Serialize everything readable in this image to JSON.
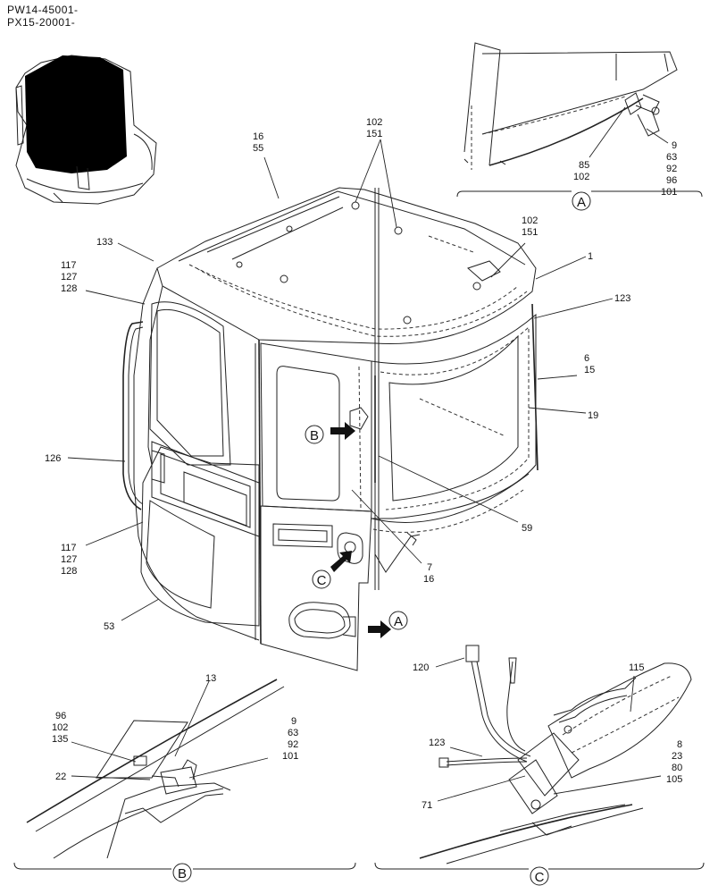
{
  "serials": [
    "PW14-45001-",
    "PX15-20001-"
  ],
  "detail_markers": {
    "A": "A",
    "B": "B",
    "C": "C"
  },
  "callouts": {
    "c16_55": [
      "16",
      "55"
    ],
    "c102_151_top": [
      "102",
      "151"
    ],
    "c102_151_right": [
      "102",
      "151"
    ],
    "c133": [
      "133"
    ],
    "c117_top": [
      "117",
      "127",
      "128"
    ],
    "c1": [
      "1"
    ],
    "c123": [
      "123"
    ],
    "c6_15": [
      "6",
      "15"
    ],
    "c19": [
      "19"
    ],
    "c126": [
      "126"
    ],
    "c59": [
      "59"
    ],
    "c117_bottom": [
      "117",
      "127",
      "128"
    ],
    "c7_16": [
      "7",
      "16"
    ],
    "c53": [
      "53"
    ],
    "cA_9": [
      "9",
      "63",
      "92",
      "96",
      "101"
    ],
    "cA_85": [
      "85",
      "102"
    ],
    "cB_13": [
      "13"
    ],
    "cB_96": [
      "96",
      "102",
      "135"
    ],
    "cB_9": [
      "9",
      "63",
      "92",
      "101"
    ],
    "cB_22": [
      "22"
    ],
    "cC_120": [
      "120"
    ],
    "cC_115": [
      "115"
    ],
    "cC_123": [
      "123"
    ],
    "cC_8": [
      "8",
      "23",
      "80",
      "105"
    ],
    "cC_71": [
      "71"
    ]
  }
}
